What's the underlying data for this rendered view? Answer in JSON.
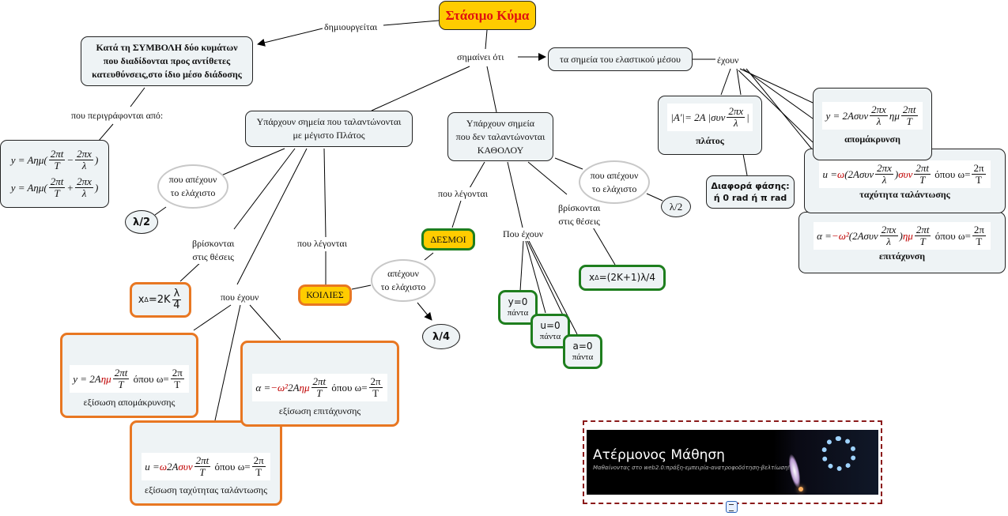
{
  "title": "Στάσιμο Κύμα",
  "links": {
    "creates": "δημιουργείται",
    "means": "σημαίνει ότι",
    "described_by": "που περιγράφονται από:",
    "have_top": "έχουν",
    "called_left": "που λέγονται",
    "called_right": "που λέγονται",
    "located_left": "βρίσκονται\nστις θέσεις",
    "located_right": "βρίσκονται\nστις θέσεις",
    "have_left": "που έχουν",
    "have_right": "Που έχουν"
  },
  "nodes": {
    "collision": "Κατά τη ΣΥΜΒΟΛΗ δύο κυμάτων\nπου διαδίδονται προς αντίθετες\nκατευθύνσεις,στο ίδιο μέσο διάδοσης",
    "medium_points": "τα σημεία του ελαστικού μέσου",
    "max_amp": "Υπάρχουν σημεία που ταλαντώνονται\nμε μέγιστο Πλάτος",
    "no_osc": "Υπάρχουν σημεία\nπου δεν ταλαντώνονται\nΚΑΘΟΛΟΥ",
    "antinodes": "ΚΟΙΛΙΕΣ",
    "nodes_name": "ΔΕΣΜΟΙ",
    "min_dist_left": "που απέχουν\nτο ελάχιστο",
    "min_dist_mid": "απέχουν\nτο ελάχιστο",
    "min_dist_right": "που απέχουν\nτο ελάχιστο",
    "half_lambda_left": "λ/2",
    "half_lambda_right": "λ/2",
    "quarter_lambda": "λ/4",
    "antinode_pos": "x",
    "antinode_pos_sub": "Δ",
    "antinode_pos_rhs": "=2K",
    "node_pos": "x",
    "node_pos_sub": "Δ",
    "node_pos_rhs": "=(2K+1)λ/4",
    "y_zero": "y=0",
    "u_zero": "u=0",
    "a_zero": "a=0",
    "always": "πάντα",
    "phase_diff_1": "Διαφορά φάσης:",
    "phase_diff_2": "ή 0 rad ή π rad"
  },
  "captions": {
    "amplitude": "πλάτος",
    "displacement": "απομάκρυνση",
    "velocity": "ταχύτητα ταλάντωσης",
    "acceleration": "επιτάχυνση",
    "eq_displacement": "εξίσωση απομάκρυνσης",
    "eq_acceleration": "εξίσωση επιτάχυνσης",
    "eq_velocity": "εξίσωση ταχύτητας ταλάντωσης"
  },
  "formula_text": {
    "where_omega": "όπου ω=",
    "two_pi": "2π",
    "T": "T",
    "lambda": "λ",
    "four": "4"
  },
  "banner": {
    "title": "Ατέρμονος Μάθηση",
    "subtitle": "Μαθαίνοντας στο web2.0:πράξη-εμπειρία-ανατροφοδότηση-βελτίωση!"
  },
  "colors": {
    "title_bg": "#ffcc00",
    "title_text": "#e01010",
    "orange_border": "#e87722",
    "green_border": "#1e7e1e",
    "node_bg": "#eef3f5",
    "formula_red": "#c00000"
  }
}
